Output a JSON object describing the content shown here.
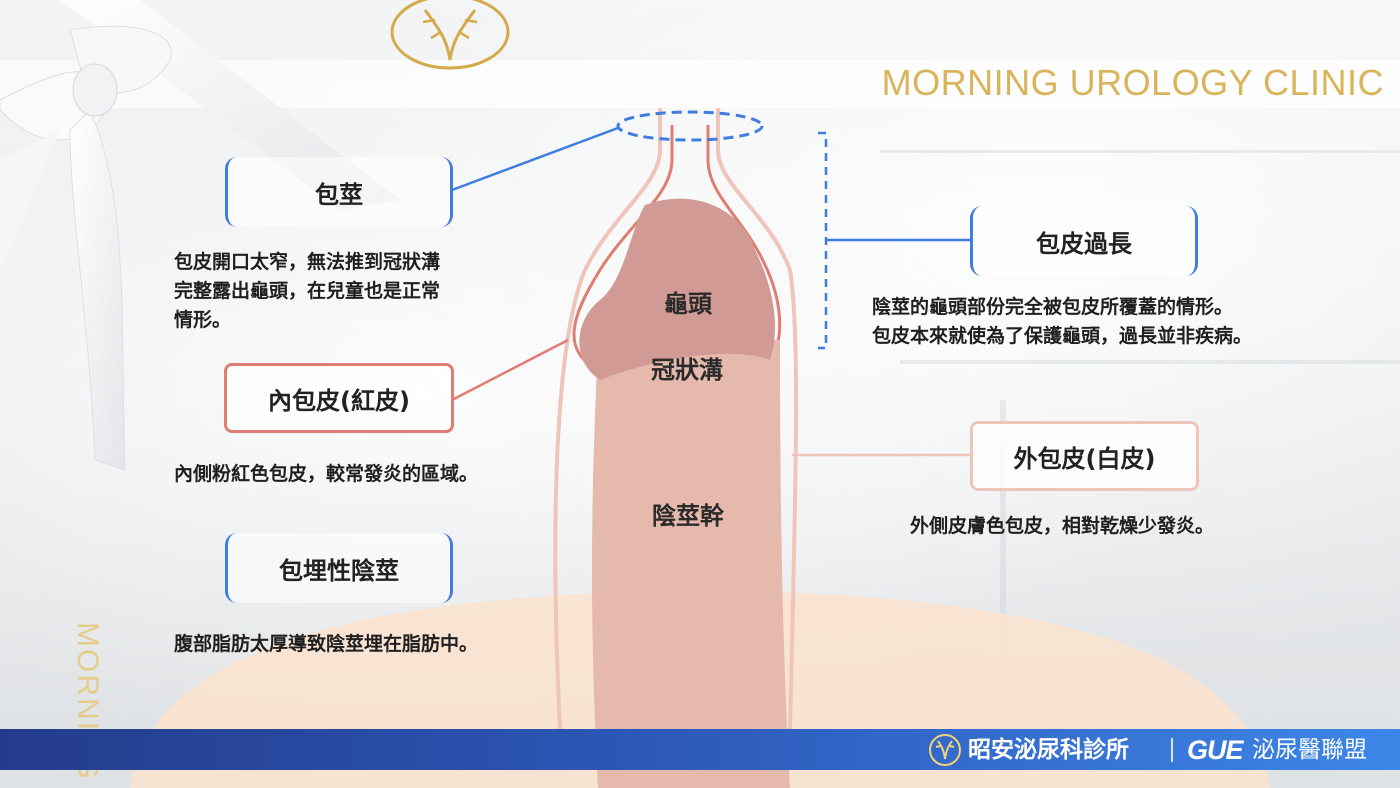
{
  "header": {
    "clinic_name_en": "MORNING UROLOGY CLINIC",
    "side_brand": "MORNING"
  },
  "labels": {
    "phimosis": "包莖",
    "phimosis_desc": "包皮開口太窄，無法推到冠狀溝\n完整露出龜頭，在兒童也是正常\n情形。",
    "inner_foreskin": "內包皮(紅皮)",
    "inner_foreskin_desc": "內側粉紅色包皮，較常發炎的區域。",
    "buried_penis": "包埋性陰莖",
    "buried_penis_desc": "腹部脂肪太厚導致陰莖埋在脂肪中。",
    "redundant_foreskin": "包皮過長",
    "redundant_foreskin_desc": "陰莖的龜頭部份完全被包皮所覆蓋的情形。\n包皮本來就使為了保護龜頭，過長並非疾病。",
    "outer_foreskin": "外包皮(白皮)",
    "outer_foreskin_desc": "外側皮膚色包皮，相對乾燥少發炎。"
  },
  "anatomy": {
    "glans": "龜頭",
    "coronal_sulcus": "冠狀溝",
    "shaft": "陰莖幹"
  },
  "footer": {
    "clinic_name_zh": "昭安泌尿科診所",
    "gue_mark": "GUE",
    "alliance_name": "泌尿醫聯盟"
  },
  "colors": {
    "accent_blue": "#3f7de0",
    "accent_red": "#e07d72",
    "accent_pink": "#efc5bb",
    "gold": "#d9b45a",
    "skin": "#e6b9ad",
    "glans": "#d29a94",
    "abdomen": "#fbe3cf"
  },
  "icons": [
    "ribbon-bow-icon",
    "gold-antler-logo-icon",
    "footer-antler-logo-icon"
  ]
}
